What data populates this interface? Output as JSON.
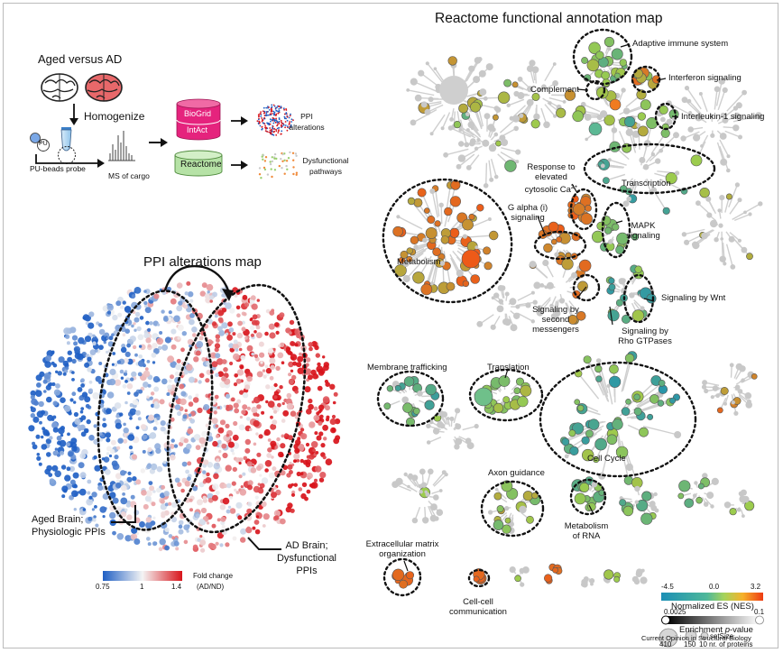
{
  "workflow": {
    "comparison": "Aged versus AD",
    "homogenize": "Homogenize",
    "probe_tag": "PU",
    "probe_label": "PU-beads probe",
    "ms_label": "MS of cargo",
    "db1_top": "BioGrid",
    "db1_bottom": "IntAct",
    "db2": "Reactome",
    "out1_line1": "PPI",
    "out1_line2": "alterations",
    "out2_line1": "Dysfunctional",
    "out2_line2": "pathways"
  },
  "ppi_map": {
    "title": "PPI alterations map",
    "aged_line1": "Aged Brain;",
    "aged_line2": "Physiologic PPIs",
    "ad_line1": "AD Brain;",
    "ad_line2": "Dysfunctional",
    "ad_line3": "PPIs",
    "scale_min": "0.75",
    "scale_mid": "1",
    "scale_max": "1.4",
    "scale_title": "Fold change",
    "scale_unit": "(AD/ND)",
    "colors": {
      "low": "#1f5fc4",
      "mid": "#f2f2f2",
      "high": "#d8141b"
    }
  },
  "reactome_map": {
    "title": "Reactome functional annotation map",
    "labels": {
      "adaptive": "Adaptive immune system",
      "interferon": "Interferon signaling",
      "complement": "Complement",
      "interleukin": "Interleukin-1 signaling",
      "calcium_1": "Response to",
      "calcium_2": "elevated",
      "calcium_3": "cytosolic Ca",
      "calcium_sup": "2+",
      "transcription": "Transcription",
      "galpha_1": "G alpha (i)",
      "galpha_2": "signaling",
      "mapk_1": "MAPK",
      "mapk_2": "signaling",
      "metabolism": "Metabolism",
      "wnt": "Signaling by Wnt",
      "second_1": "Signaling by",
      "second_2": "second",
      "second_3": "messengers",
      "rho_1": "Signaling by",
      "rho_2": "Rho GTPases",
      "membrane": "Membrane trafficking",
      "translation": "Translation",
      "cellcycle": "Cell Cycle",
      "axon": "Axon guidance",
      "rna_1": "Metabolism",
      "rna_2": "of RNA",
      "ecm_1": "Extracellular matrix",
      "ecm_2": "organization",
      "cellcell_1": "Cell-cell",
      "cellcell_2": "communication"
    },
    "legend": {
      "nes_min": "-4.5",
      "nes_mid": "0.0",
      "nes_max": "3.2",
      "nes_title": "Normalized ES (NES)",
      "p_min": "0.0025",
      "p_max": "0.1",
      "p_title_1": "Enrichment ",
      "p_title_2": "p",
      "p_title_3": "-value",
      "set_title": "setSize",
      "size_large": "410",
      "size_mid": "150",
      "size_small": "10",
      "size_note": "nr. of proteins"
    },
    "colors": {
      "neg": "#1b8fb5",
      "zero": "#9ccc4e",
      "pos": "#ee5a18",
      "grey": "#c8c8c8"
    }
  },
  "credit": "Current Opinion in Structural Biology"
}
